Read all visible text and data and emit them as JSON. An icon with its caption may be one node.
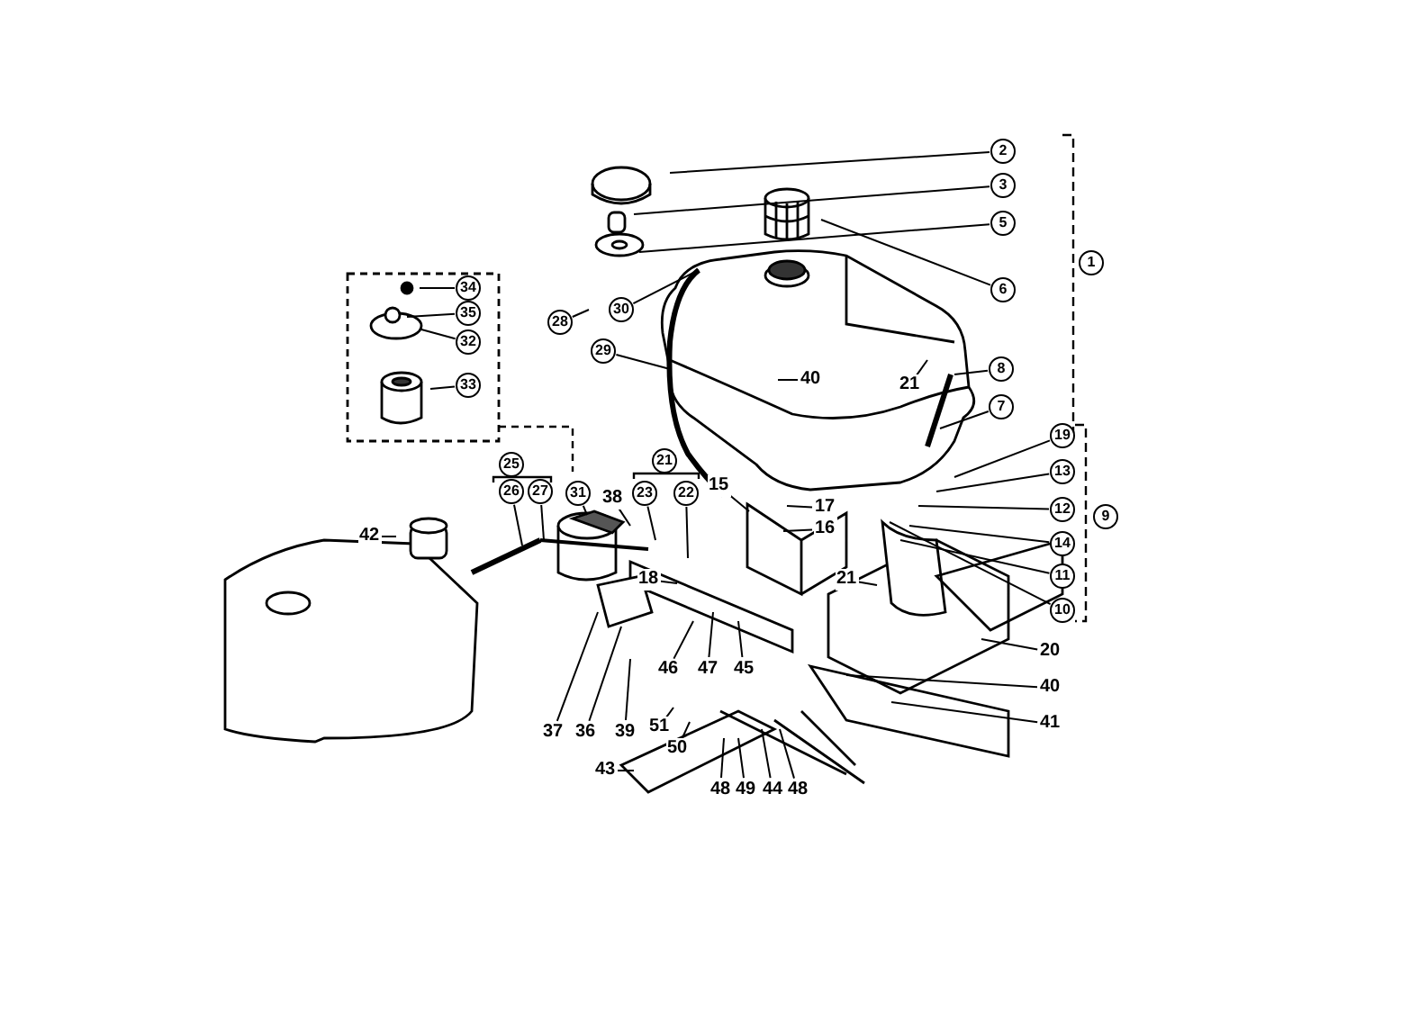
{
  "diagram": {
    "nodes": [
      {
        "text": [
          "2"
        ]
      },
      {
        "text": [
          "3"
        ]
      },
      {
        "text": [
          "5"
        ]
      },
      {
        "text": [
          "6"
        ]
      },
      {
        "text": [
          "34"
        ]
      },
      {
        "text": [
          "35"
        ]
      },
      {
        "text": [
          "32"
        ]
      },
      {
        "text": [
          "33"
        ]
      },
      {
        "text": [
          "30"
        ]
      },
      {
        "text": [
          "28"
        ]
      },
      {
        "text": [
          "29"
        ]
      },
      {
        "text": [
          "40"
        ]
      },
      {
        "text": [
          "21"
        ]
      },
      {
        "text": [
          "8"
        ]
      },
      {
        "text": [
          "7"
        ]
      },
      {
        "text": [
          "19"
        ]
      },
      {
        "text": [
          "13"
        ]
      },
      {
        "text": [
          "12"
        ]
      },
      {
        "text": [
          "14"
        ]
      },
      {
        "text": [
          "11"
        ]
      },
      {
        "text": [
          "10"
        ]
      },
      {
        "text": [
          "26"
        ]
      },
      {
        "text": [
          "27"
        ]
      },
      {
        "text": [
          "31"
        ]
      },
      {
        "text": [
          "38"
        ]
      },
      {
        "text": [
          "23"
        ]
      },
      {
        "text": [
          "22"
        ]
      },
      {
        "text": [
          "15"
        ]
      },
      {
        "text": [
          "17"
        ]
      },
      {
        "text": [
          "16"
        ]
      },
      {
        "text": [
          "18"
        ]
      },
      {
        "text": [
          "21"
        ]
      },
      {
        "text": [
          "42"
        ]
      },
      {
        "text": [
          "46"
        ]
      },
      {
        "text": [
          "47"
        ]
      },
      {
        "text": [
          "45"
        ]
      },
      {
        "text": [
          "20"
        ]
      },
      {
        "text": [
          "40"
        ]
      },
      {
        "text": [
          "41"
        ]
      },
      {
        "text": [
          "37"
        ]
      },
      {
        "text": [
          "36"
        ]
      },
      {
        "text": [
          "39"
        ]
      },
      {
        "text": [
          "51"
        ]
      },
      {
        "text": [
          "50"
        ]
      },
      {
        "text": [
          "43"
        ]
      },
      {
        "text": [
          "48"
        ]
      },
      {
        "text": [
          "49"
        ]
      },
      {
        "text": [
          "44"
        ]
      },
      {
        "text": [
          "48"
        ]
      },
      {
        "text": [
          "1"
        ]
      },
      {
        "text": [
          "25"
        ]
      },
      {
        "text": [
          "21"
        ]
      },
      {
        "text": [
          "9"
        ]
      }
    ],
    "edges": [
      {
        "from": 0,
        "to": null,
        "arrow": "none"
      },
      {
        "from": 1,
        "to": null,
        "arrow": "none"
      },
      {
        "from": 2,
        "to": null,
        "arrow": "none"
      },
      {
        "from": 3,
        "to": null,
        "arrow": "none"
      },
      {
        "from": 4,
        "to": null,
        "arrow": "none"
      },
      {
        "from": 5,
        "to": null,
        "arrow": "none"
      },
      {
        "from": 6,
        "to": null,
        "arrow": "none"
      },
      {
        "from": 7,
        "to": null,
        "arrow": "none"
      },
      {
        "from": 8,
        "to": null,
        "arrow": "none"
      },
      {
        "from": 9,
        "to": null,
        "arrow": "none"
      },
      {
        "from": 10,
        "to": null,
        "arrow": "none"
      },
      {
        "from": 11,
        "to": null,
        "arrow": "none"
      },
      {
        "from": 12,
        "to": null,
        "arrow": "none"
      },
      {
        "from": 13,
        "to": null,
        "arrow": "none"
      },
      {
        "from": 14,
        "to": null,
        "arrow": "none"
      },
      {
        "from": 15,
        "to": null,
        "arrow": "none"
      },
      {
        "from": 16,
        "to": null,
        "arrow": "none"
      },
      {
        "from": 17,
        "to": null,
        "arrow": "none"
      },
      {
        "from": 18,
        "to": null,
        "arrow": "none"
      },
      {
        "from": 19,
        "to": null,
        "arrow": "none"
      },
      {
        "from": 20,
        "to": null,
        "arrow": "none"
      },
      {
        "from": 21,
        "to": null,
        "arrow": "none"
      },
      {
        "from": 22,
        "to": null,
        "arrow": "none"
      },
      {
        "from": 23,
        "to": null,
        "arrow": "none"
      },
      {
        "from": 24,
        "to": null,
        "arrow": "none"
      },
      {
        "from": 25,
        "to": null,
        "arrow": "none"
      },
      {
        "from": 26,
        "to": null,
        "arrow": "none"
      },
      {
        "from": 27,
        "to": null,
        "arrow": "none"
      },
      {
        "from": 28,
        "to": null,
        "arrow": "none"
      },
      {
        "from": 29,
        "to": null,
        "arrow": "none"
      },
      {
        "from": 30,
        "to": null,
        "arrow": "none"
      },
      {
        "from": 31,
        "to": null,
        "arrow": "none"
      },
      {
        "from": 32,
        "to": null,
        "arrow": "none"
      },
      {
        "from": 33,
        "to": null,
        "arrow": "none"
      },
      {
        "from": 34,
        "to": null,
        "arrow": "none"
      },
      {
        "from": 35,
        "to": null,
        "arrow": "none"
      },
      {
        "from": 36,
        "to": null,
        "arrow": "none"
      },
      {
        "from": 37,
        "to": null,
        "arrow": "none"
      },
      {
        "from": 38,
        "to": null,
        "arrow": "none"
      },
      {
        "from": 39,
        "to": null,
        "arrow": "none"
      },
      {
        "from": 40,
        "to": null,
        "arrow": "none"
      },
      {
        "from": 41,
        "to": null,
        "arrow": "none"
      },
      {
        "from": 42,
        "to": null,
        "arrow": "none"
      },
      {
        "from": 43,
        "to": null,
        "arrow": "none"
      },
      {
        "from": 44,
        "to": null,
        "arrow": "none"
      },
      {
        "from": 45,
        "to": null,
        "arrow": "none"
      },
      {
        "from": 46,
        "to": null,
        "arrow": "none"
      },
      {
        "from": 47,
        "to": null,
        "arrow": "none"
      },
      {
        "from": 48,
        "to": null,
        "arrow": "none"
      }
    ]
  }
}
